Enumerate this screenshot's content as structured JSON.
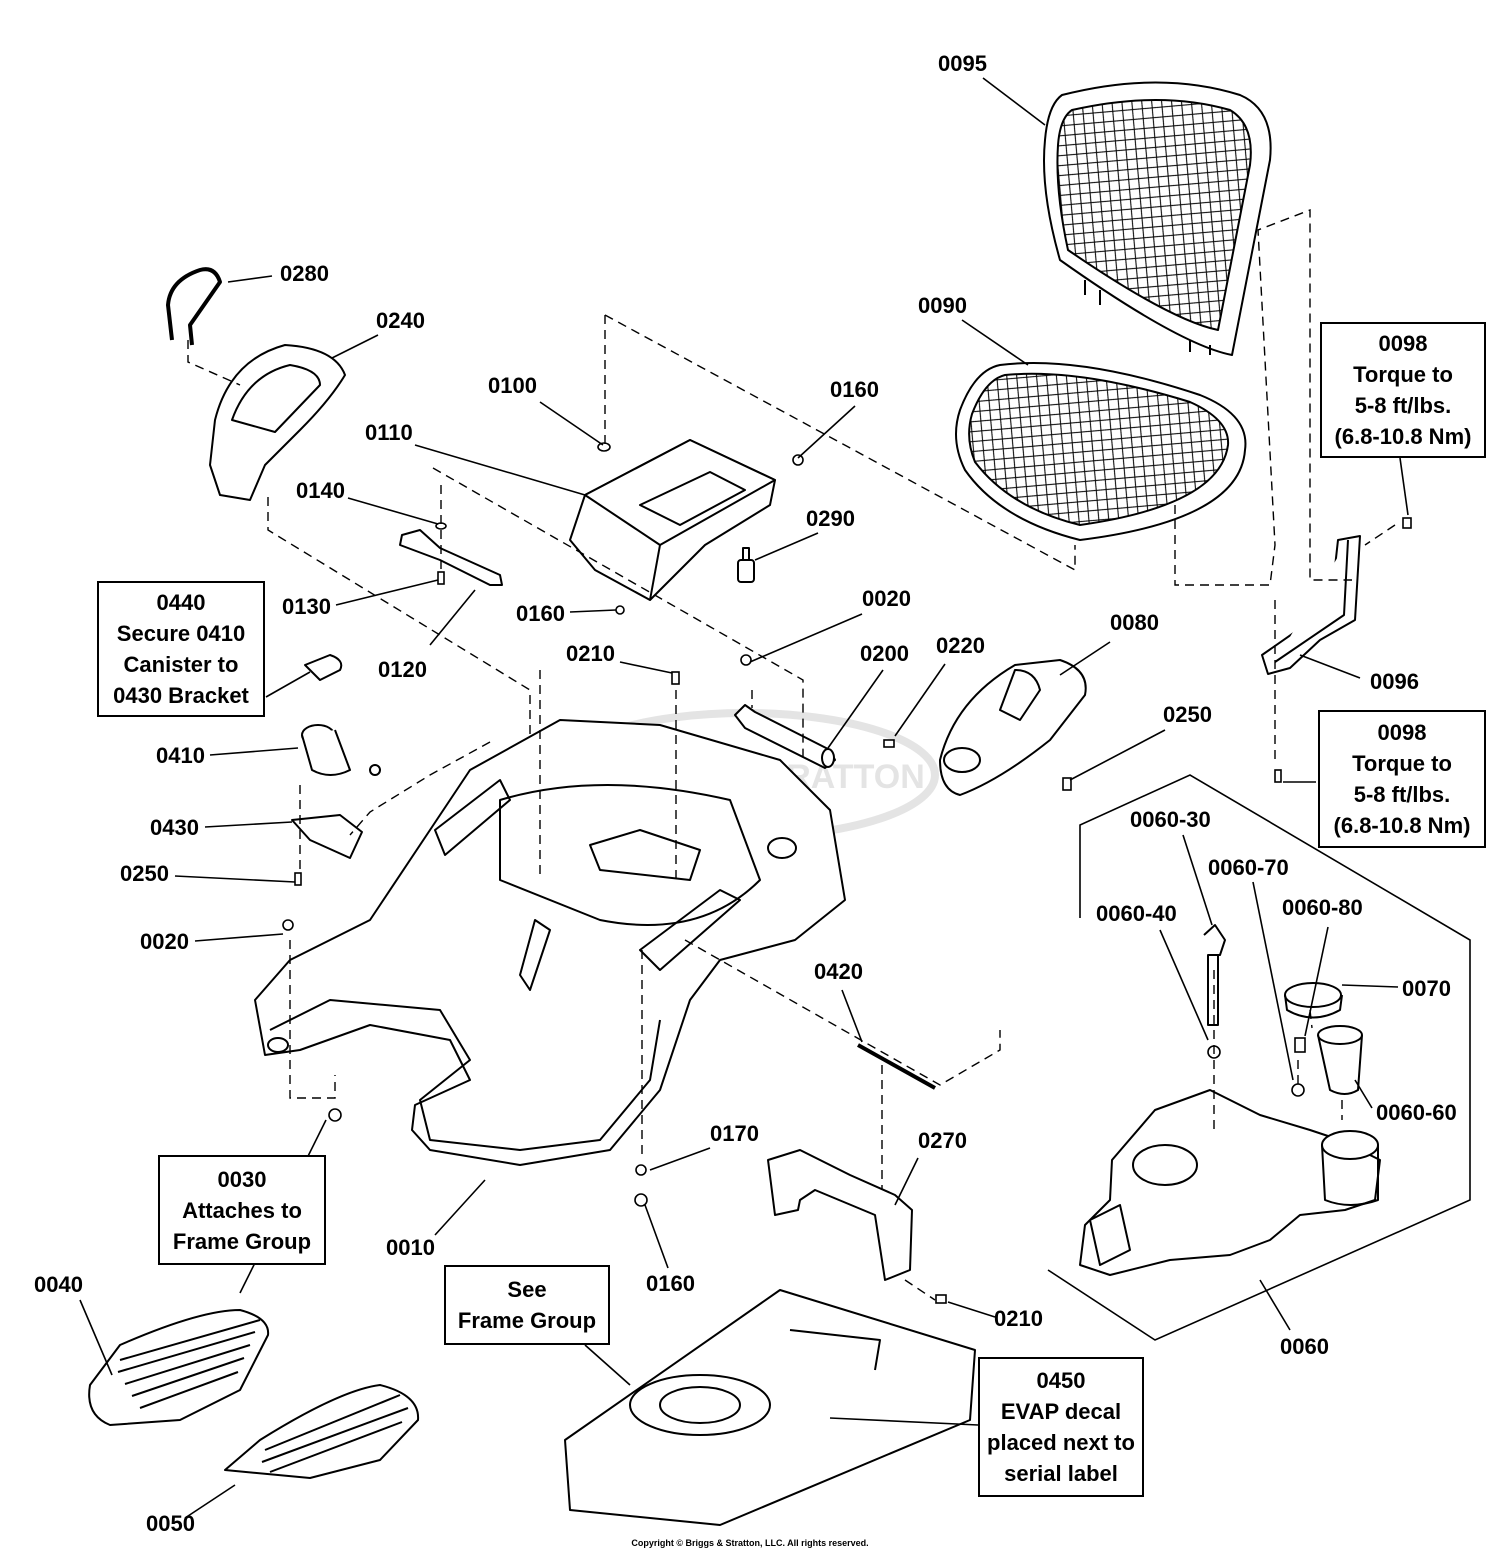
{
  "theme": {
    "ink": "#000000",
    "paper": "#ffffff",
    "watermark": "#d9d9d9"
  },
  "watermark": "BRIGGS & STRATTON",
  "copyright": "Copyright © Briggs & Stratton, LLC. All rights reserved.",
  "labels": {
    "p0095": "0095",
    "p0280": "0280",
    "p0240": "0240",
    "p0090": "0090",
    "p0100": "0100",
    "p0160a": "0160",
    "p0110": "0110",
    "p0140": "0140",
    "p0290": "0290",
    "p0130": "0130",
    "p0160b": "0160",
    "p0020a": "0020",
    "p0120": "0120",
    "p0210a": "0210",
    "p0200": "0200",
    "p0220": "0220",
    "p0080": "0080",
    "p0096": "0096",
    "p0410": "0410",
    "p0250a": "0250",
    "p0430": "0430",
    "p0250b": "0250",
    "p0020b": "0020",
    "p0060_30": "0060-30",
    "p0060_70": "0060-70",
    "p0060_40": "0060-40",
    "p0060_80": "0060-80",
    "p0070": "0070",
    "p0420": "0420",
    "p0060_60": "0060-60",
    "p0170": "0170",
    "p0270": "0270",
    "p0010": "0010",
    "p0160c": "0160",
    "p0040": "0040",
    "p0210b": "0210",
    "p0060": "0060",
    "p0050": "0050"
  },
  "notes": {
    "n0098a": [
      "0098",
      "Torque to",
      "5-8 ft/lbs.",
      "(6.8-10.8 Nm)"
    ],
    "n0440": [
      "0440",
      "Secure 0410",
      "Canister to",
      "0430 Bracket"
    ],
    "n0098b": [
      "0098",
      "Torque to",
      "5-8 ft/lbs.",
      "(6.8-10.8 Nm)"
    ],
    "n0030": [
      "0030",
      "Attaches to",
      "Frame Group"
    ],
    "nframe": [
      "See",
      "Frame Group"
    ],
    "n0450": [
      "0450",
      "EVAP decal",
      "placed next to",
      "serial label"
    ]
  }
}
